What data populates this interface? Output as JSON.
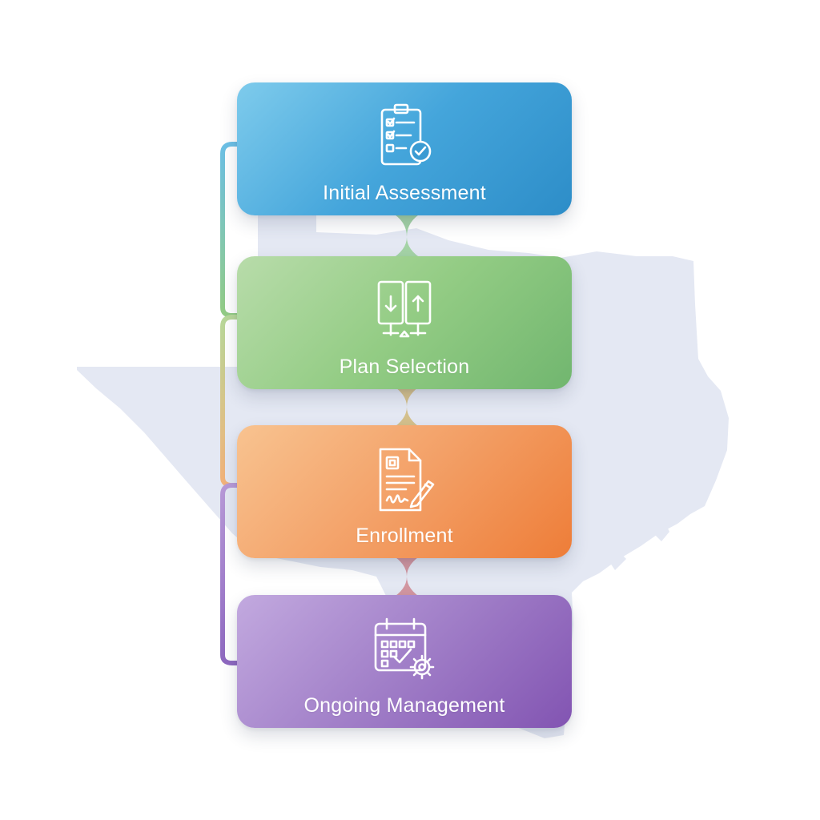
{
  "diagram": {
    "steps": [
      {
        "label": "Initial Assessment",
        "icon": "clipboard-checklist-icon",
        "color": "#44a5db"
      },
      {
        "label": "Plan Selection",
        "icon": "compare-plans-icon",
        "color": "#93cc84"
      },
      {
        "label": "Enrollment",
        "icon": "signed-document-icon",
        "color": "#f3a067"
      },
      {
        "label": "Ongoing Management",
        "icon": "calendar-gear-icon",
        "color": "#a17fc8"
      }
    ],
    "background": {
      "icon": "texas-map-silhouette",
      "color": "#e4e8f3"
    }
  }
}
